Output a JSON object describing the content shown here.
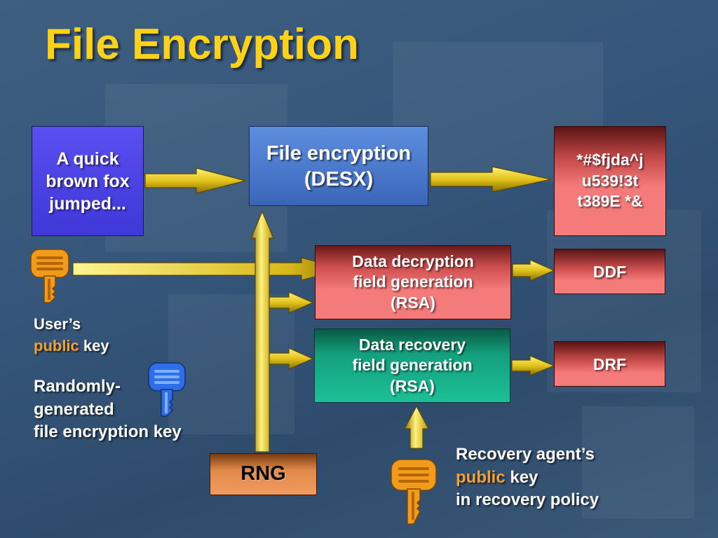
{
  "slide": {
    "title": "File Encryption"
  },
  "boxes": {
    "plaintext": "A quick\nbrown fox\njumped...",
    "encryption": "File encryption\n(DESX)",
    "ciphertext": "*#$fjda^j\nu539!3t\nt389E *&",
    "ddf_gen": "Data decryption\nfield generation\n(RSA)",
    "ddf": "DDF",
    "drf_gen": "Data recovery\nfield generation\n(RSA)",
    "drf": "DRF",
    "rng": "RNG"
  },
  "labels": {
    "user_key": {
      "line1": "User’s",
      "highlight": "public",
      "rest": " key"
    },
    "random_key": {
      "line1": "Randomly-",
      "line2": "generated",
      "line3": "file encryption key"
    },
    "recovery_key": {
      "line1": "Recovery agent’s",
      "highlight": "public",
      "rest": " key",
      "line3": "in recovery policy"
    }
  },
  "icons": {
    "user_key": "key-icon",
    "file_key": "key-icon",
    "recovery_key": "key-icon"
  },
  "colors": {
    "title": "#ffd21a",
    "highlight": "#f5a033",
    "arrow": "#e2c21a",
    "plaintext_box": "#4f46e8",
    "encryption_box": "#4a78c8",
    "cipher_box": "#f06a6a",
    "ddf_gen_box": "#f07070",
    "drf_gen_box": "#17b58e",
    "rng_box": "#eb9455",
    "orange_key": "#f29a1c",
    "blue_key": "#2e6ee8"
  }
}
